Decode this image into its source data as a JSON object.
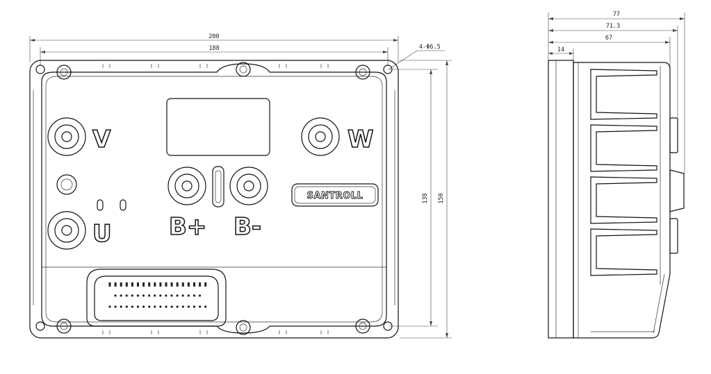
{
  "front_view": {
    "dim_width_total": "200",
    "dim_width_holes": "188",
    "dim_holes": "4-Φ6.5",
    "dim_height_holes": "138",
    "dim_height_total": "150",
    "terminal_v": "V",
    "terminal_w": "W",
    "terminal_u": "U",
    "terminal_b_plus": "B+",
    "terminal_b_minus": "B-",
    "brand": "SANTROLL"
  },
  "side_view": {
    "dim_depth_total": "77",
    "dim_depth_mid": "71.3",
    "dim_depth_body": "67",
    "dim_flange": "14"
  }
}
